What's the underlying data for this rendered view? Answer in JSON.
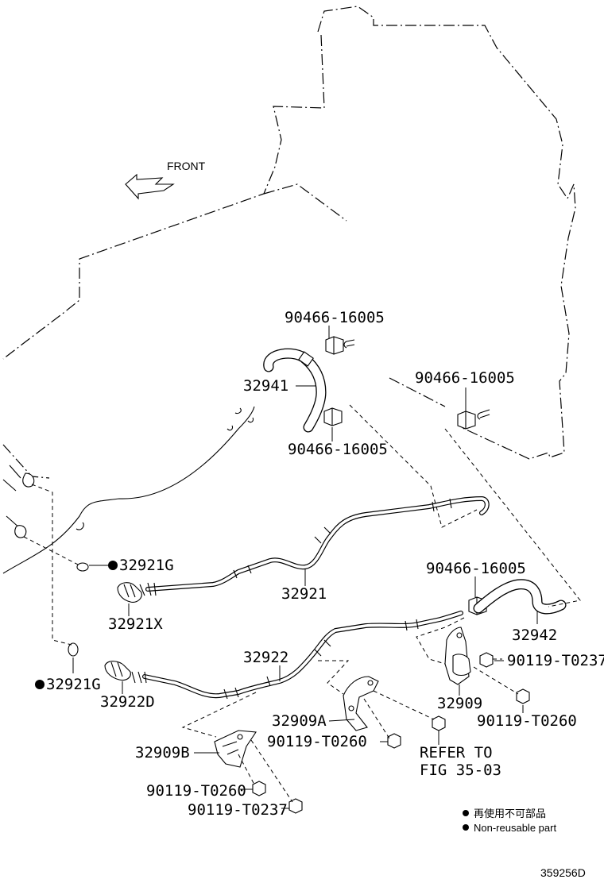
{
  "front_label": "FRONT",
  "labels": {
    "clamp_1": "90466-16005",
    "hose_32941": "32941",
    "clamp_2": "90466-16005",
    "clamp_3": "90466-16005",
    "gasket_a": "32921G",
    "union_a": "32921X",
    "pipe_a": "32921",
    "clamp_4": "90466-16005",
    "hose_32942": "32942",
    "bolt_a": "90119-T0237",
    "pipe_b": "32922",
    "gasket_b": "32921G",
    "union_b": "32922D",
    "bracket_a": "32909",
    "bolt_b": "90119-T0260",
    "bracket_b": "32909A",
    "bolt_c": "90119-T0260",
    "refer_line1": "REFER TO",
    "refer_line2": "FIG 35-03",
    "bracket_c": "32909B",
    "bolt_d": "90119-T0260",
    "bolt_e": "90119-T0237"
  },
  "legend": {
    "line_jp": "再使用不可部品",
    "line_en": "Non-reusable part"
  },
  "figure_id": "359256D"
}
